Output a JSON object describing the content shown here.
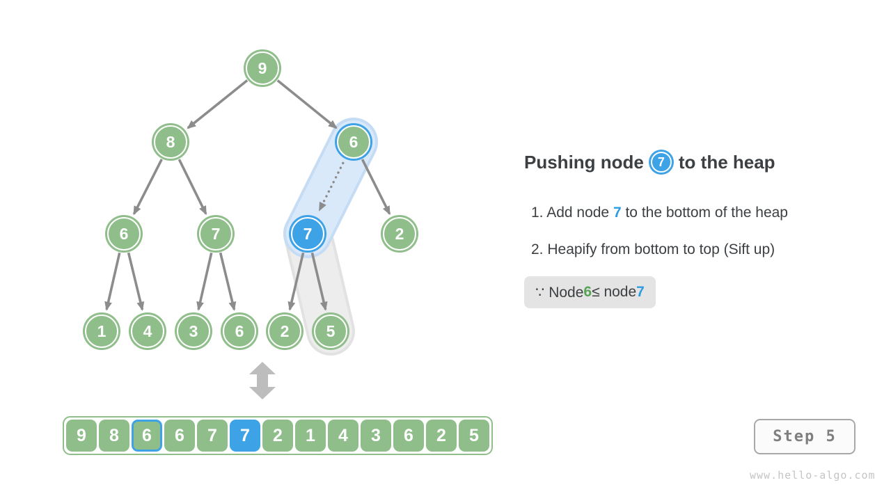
{
  "diagram": {
    "tree": {
      "nodes": [
        {
          "value": "9",
          "state": "normal"
        },
        {
          "value": "8",
          "state": "normal"
        },
        {
          "value": "6",
          "state": "ring"
        },
        {
          "value": "6",
          "state": "normal"
        },
        {
          "value": "7",
          "state": "normal"
        },
        {
          "value": "7",
          "state": "active"
        },
        {
          "value": "2",
          "state": "normal"
        },
        {
          "value": "1",
          "state": "normal"
        },
        {
          "value": "4",
          "state": "normal"
        },
        {
          "value": "3",
          "state": "normal"
        },
        {
          "value": "6",
          "state": "normal"
        },
        {
          "value": "2",
          "state": "normal"
        },
        {
          "value": "5",
          "state": "normal"
        }
      ],
      "edges": [
        [
          0,
          1
        ],
        [
          0,
          2
        ],
        [
          1,
          3
        ],
        [
          1,
          4
        ],
        [
          2,
          6
        ],
        [
          3,
          7
        ],
        [
          3,
          8
        ],
        [
          4,
          9
        ],
        [
          4,
          10
        ],
        [
          5,
          11
        ],
        [
          5,
          12
        ]
      ],
      "dotted_edge": [
        2,
        5
      ],
      "highlights": [
        {
          "from": 5,
          "to": 12,
          "color": "gray"
        },
        {
          "from": 2,
          "to": 5,
          "color": "blue"
        }
      ]
    },
    "array": {
      "cells": [
        {
          "value": "9",
          "state": "normal"
        },
        {
          "value": "8",
          "state": "normal"
        },
        {
          "value": "6",
          "state": "outlined"
        },
        {
          "value": "6",
          "state": "normal"
        },
        {
          "value": "7",
          "state": "normal"
        },
        {
          "value": "7",
          "state": "filled"
        },
        {
          "value": "2",
          "state": "normal"
        },
        {
          "value": "1",
          "state": "normal"
        },
        {
          "value": "4",
          "state": "normal"
        },
        {
          "value": "3",
          "state": "normal"
        },
        {
          "value": "6",
          "state": "normal"
        },
        {
          "value": "2",
          "state": "normal"
        },
        {
          "value": "5",
          "state": "normal"
        }
      ]
    }
  },
  "panel": {
    "title": {
      "prefix": "Pushing node",
      "badge": "7",
      "suffix": "to the heap"
    },
    "steps": [
      {
        "pre": "1. Add node ",
        "em": "7",
        "post": " to the bottom of the heap"
      },
      {
        "pre": "2. Heapify from bottom to top (Sift up)",
        "em": "",
        "post": ""
      }
    ],
    "note": {
      "pre": "∵ Node ",
      "green": "6",
      "mid": " ≤ node ",
      "blue": "7"
    }
  },
  "footer": {
    "step_label": "Step 5",
    "watermark": "www.hello-algo.com"
  },
  "colors": {
    "green": "#8FBE8B",
    "blue": "#3EA2E6",
    "capsule_blue_fill": "#D9E9FA",
    "capsule_blue_border": "#C5DCF4",
    "capsule_gray_fill": "#EDEDED",
    "capsule_gray_border": "#E2E2E2",
    "edge": "#8C8C8C",
    "swap_arrow": "#BDBDBD",
    "note_green": "#55A455",
    "note_blue": "#2D9CE3"
  }
}
